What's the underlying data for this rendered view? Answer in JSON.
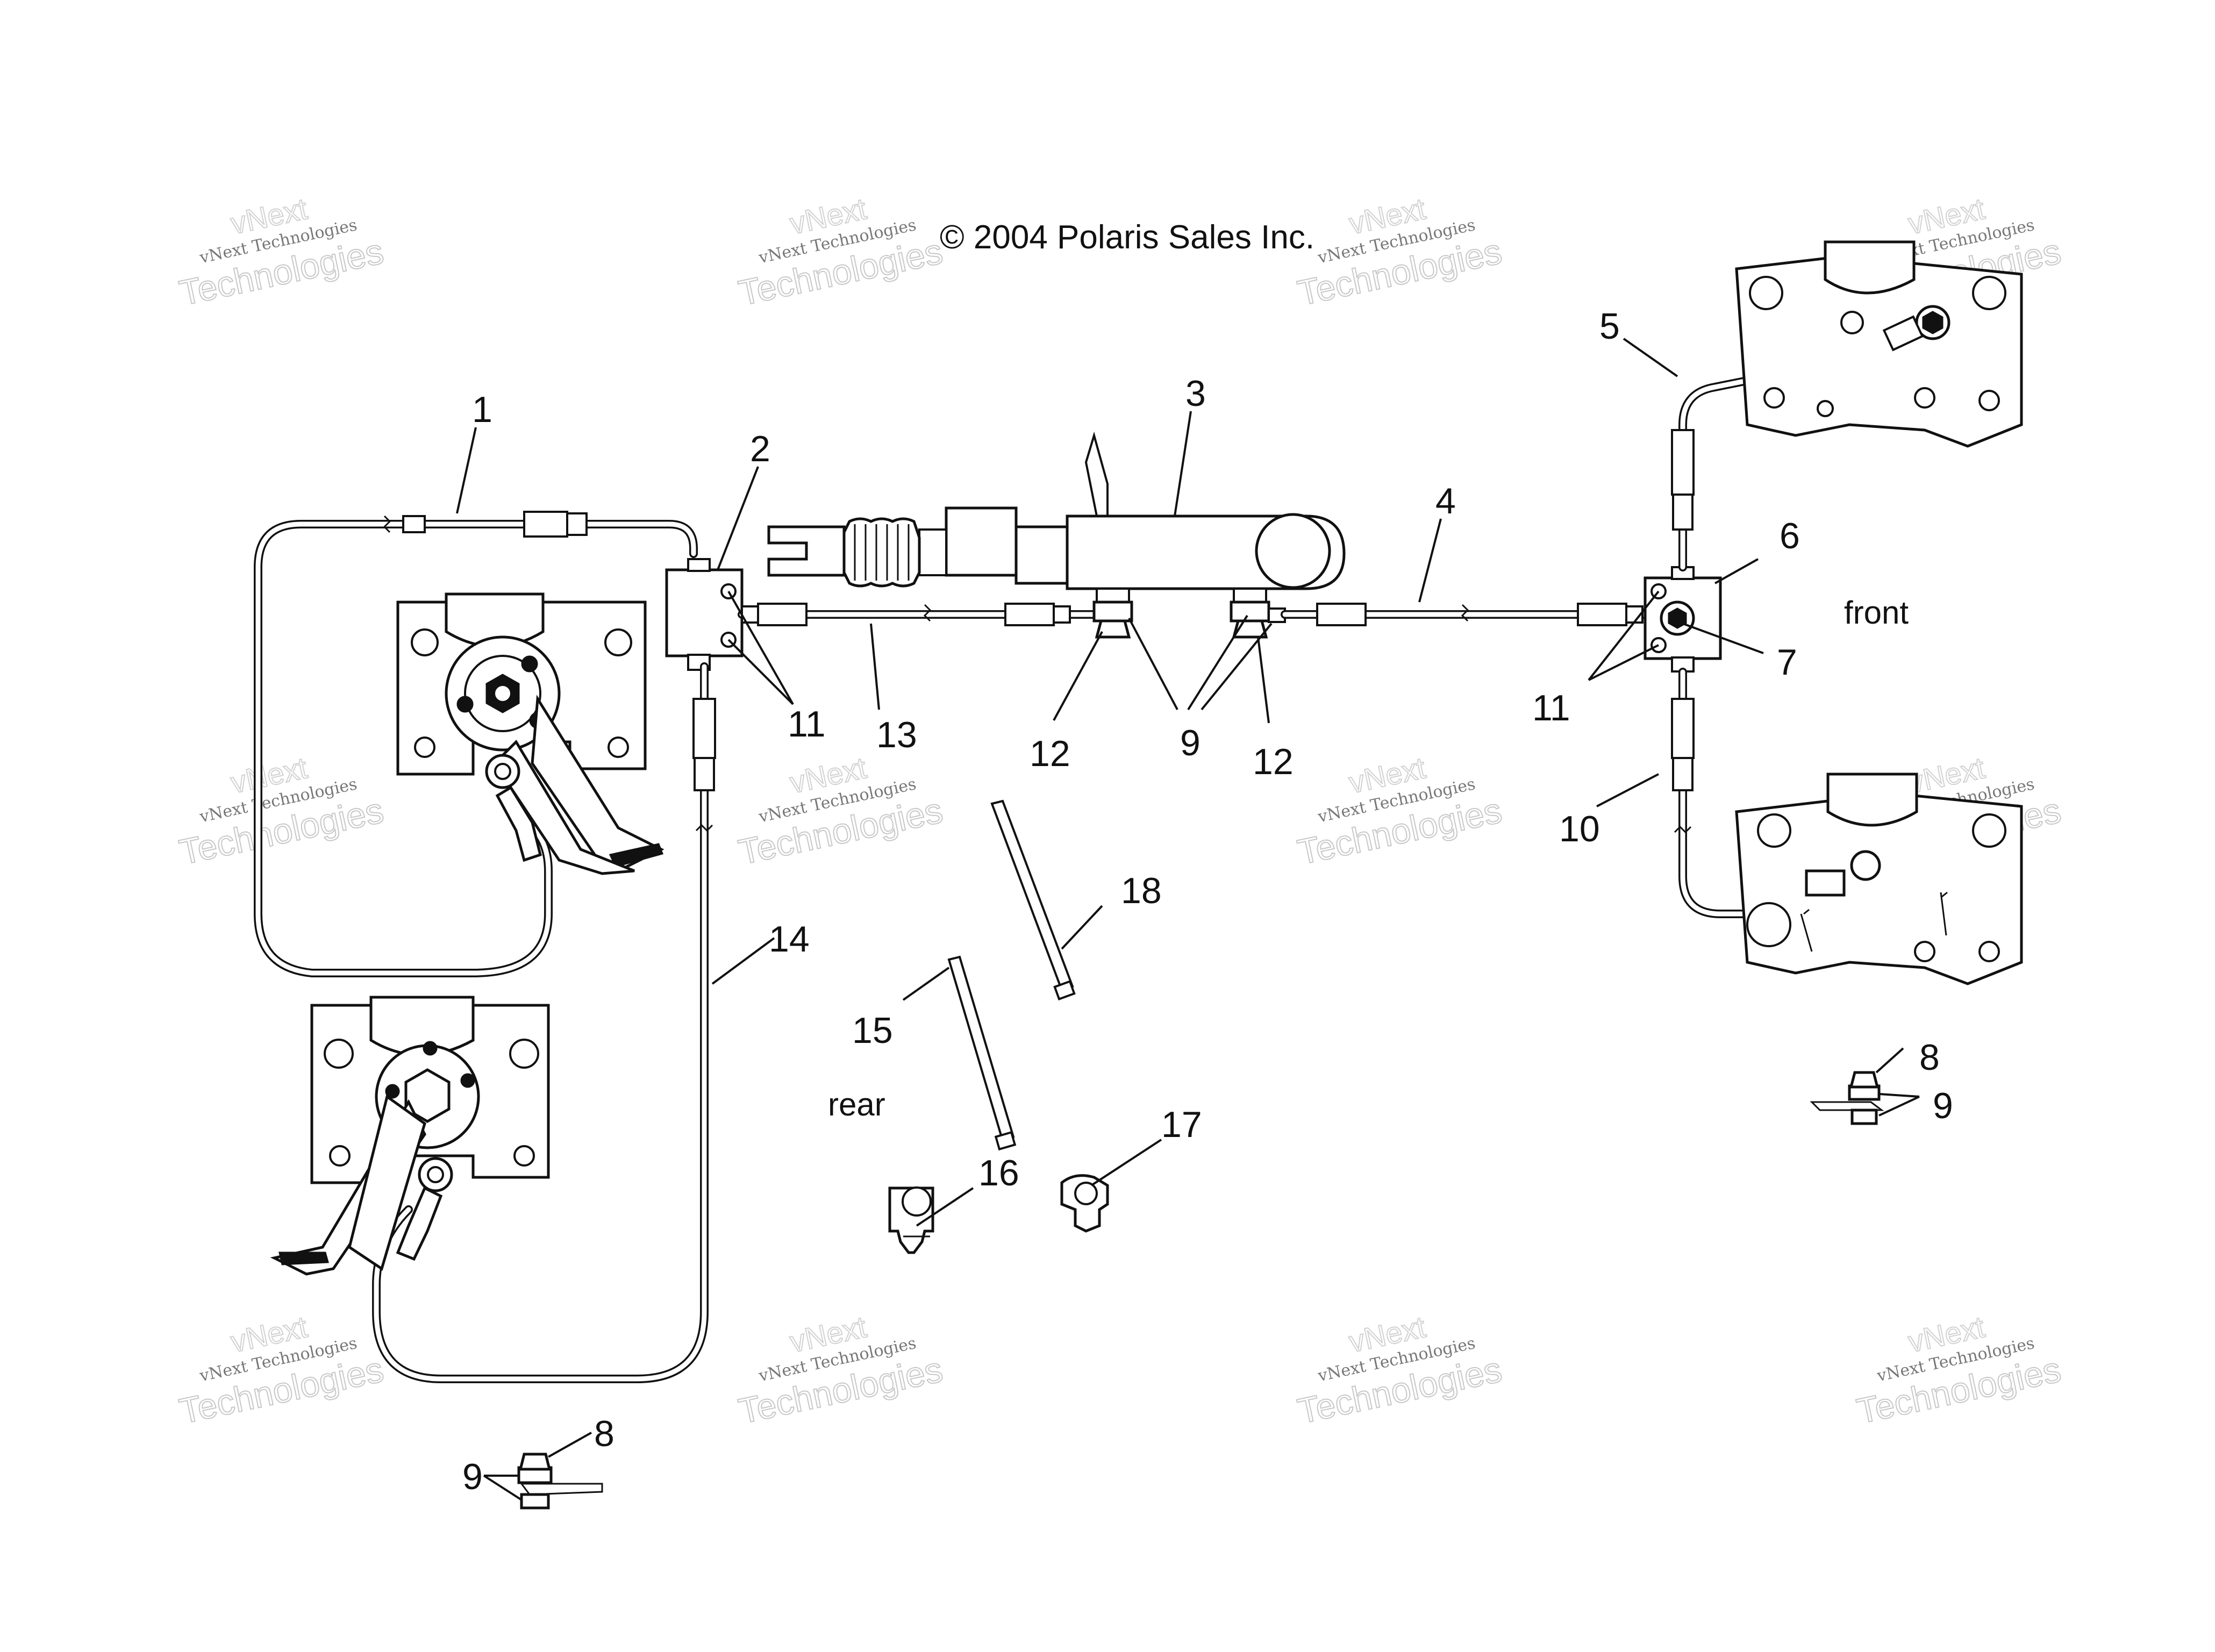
{
  "copyright": "© 2004 Polaris Sales Inc.",
  "words": {
    "front": "front",
    "rear": "rear"
  },
  "watermark": {
    "line_a": "vNext",
    "line_b": "vNext Technologies",
    "line_c": "Technologies"
  },
  "callouts": {
    "c1": "1",
    "c2": "2",
    "c3": "3",
    "c4": "4",
    "c5": "5",
    "c6": "6",
    "c7": "7",
    "c8a": "8",
    "c8b": "8",
    "c9a": "9",
    "c9b": "9",
    "c9c": "9",
    "c10": "10",
    "c11a": "11",
    "c11b": "11",
    "c12a": "12",
    "c12b": "12",
    "c13": "13",
    "c14": "14",
    "c15": "15",
    "c16": "16",
    "c17": "17",
    "c18": "18"
  }
}
